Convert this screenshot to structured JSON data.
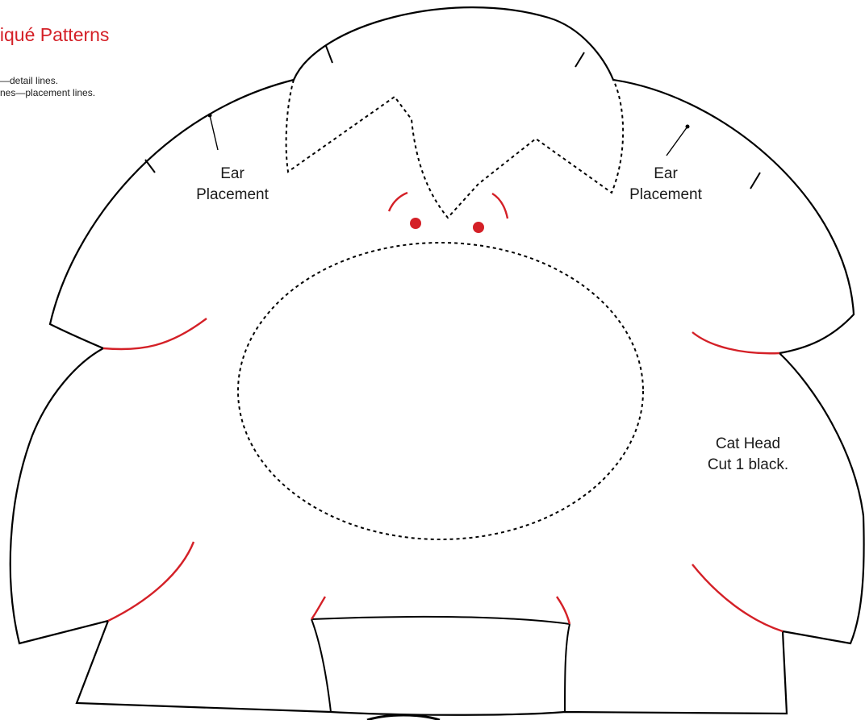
{
  "header": {
    "title": "pliqué Patterns",
    "legend": [
      "—detail lines.",
      "nes—placement lines."
    ]
  },
  "pattern": {
    "ear_placement_left": [
      "Ear",
      "Placement"
    ],
    "ear_placement_right": [
      "Ear",
      "Placement"
    ],
    "piece_name": "Cat Head",
    "cut_instruction": "Cut 1 black."
  },
  "colors": {
    "outline": "#000000",
    "detail": "#d42027",
    "title": "#d42027"
  }
}
